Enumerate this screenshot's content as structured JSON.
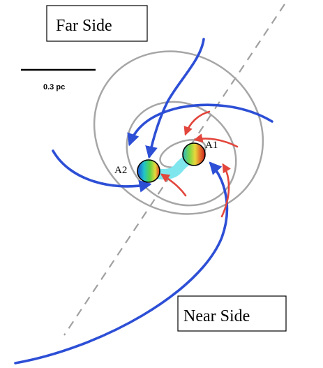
{
  "labels": {
    "far_side": "Far Side",
    "near_side": "Near Side",
    "scale_bar": "0.3 pc",
    "source_a1": "A1",
    "source_a2": "A2"
  },
  "colors": {
    "orbit": "#a6a6a6",
    "axis": "#a0a0a0",
    "inflow": "#2d4fd6",
    "outflow": "#e2463c",
    "bridge": "#7fe6ee",
    "box_border": "#000000"
  }
}
